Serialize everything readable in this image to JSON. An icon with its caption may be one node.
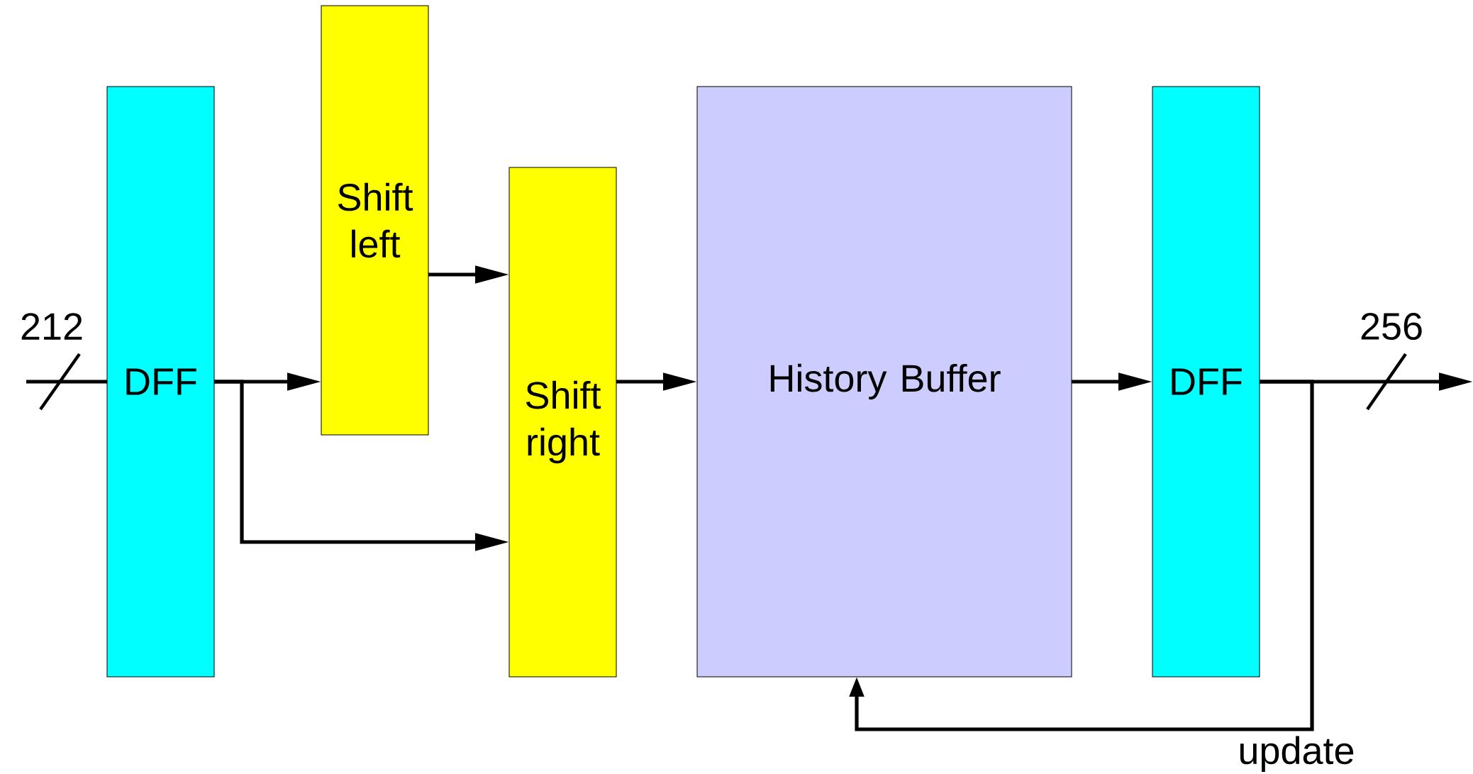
{
  "diagram": {
    "nodes": [
      {
        "text": [
          "DFF"
        ]
      },
      {
        "text": [
          "Shift left"
        ]
      },
      {
        "text": [
          "Shift right"
        ]
      },
      {
        "text": [
          "History Buffer"
        ]
      },
      {
        "text": [
          "DFF"
        ]
      }
    ],
    "edges": [
      {
        "from": null,
        "to": 0,
        "arrow": "none"
      },
      {
        "from": 0,
        "to": 1,
        "arrow": "to"
      },
      {
        "from": 0,
        "to": 2,
        "arrow": "to"
      },
      {
        "from": 1,
        "to": 2,
        "arrow": "to"
      },
      {
        "from": 2,
        "to": 3,
        "arrow": "to"
      },
      {
        "from": 3,
        "to": 4,
        "arrow": "to"
      },
      {
        "from": 4,
        "to": null,
        "arrow": "to"
      },
      {
        "from": 4,
        "to": 3,
        "arrow": "to",
        "label": "update"
      }
    ],
    "labels": [
      "212",
      "256"
    ]
  }
}
